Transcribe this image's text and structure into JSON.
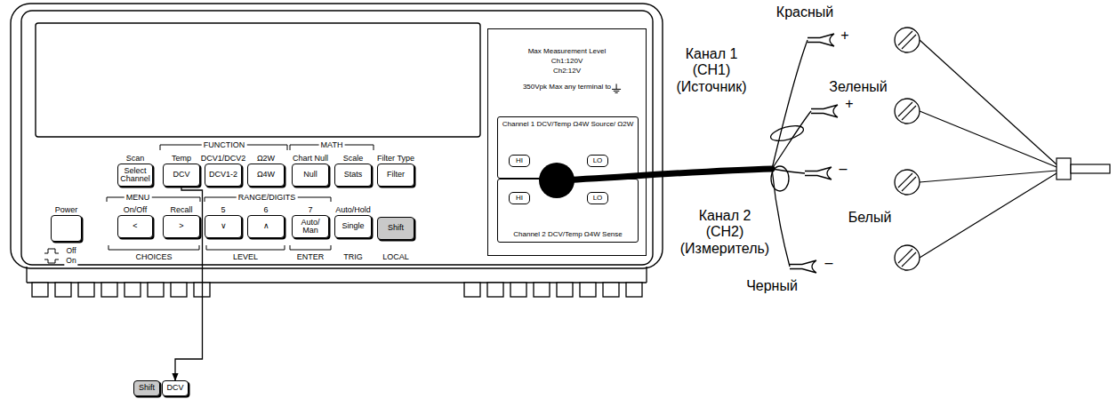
{
  "diagram": {
    "nodes": [
      {
        "text": [
          "Power"
        ]
      },
      {
        "text": [
          "Scan",
          "Select Channel"
        ]
      },
      {
        "text": [
          "Temp",
          "DCV"
        ]
      },
      {
        "text": [
          "DCV1/DCV2",
          "DCV1-2"
        ]
      },
      {
        "text": [
          "Ω2W",
          "Ω4W"
        ]
      },
      {
        "text": [
          "Chart Null",
          "Null"
        ]
      },
      {
        "text": [
          "Scale",
          "Stats"
        ]
      },
      {
        "text": [
          "Filter Type",
          "Filter"
        ]
      },
      {
        "text": [
          "On/Off",
          "<"
        ]
      },
      {
        "text": [
          "Recall",
          ">"
        ]
      },
      {
        "text": [
          "5",
          "∨"
        ]
      },
      {
        "text": [
          "6",
          "∧"
        ]
      },
      {
        "text": [
          "7",
          "Auto/ Man"
        ]
      },
      {
        "text": [
          "Auto/Hold",
          "Single"
        ]
      },
      {
        "text": [
          "Shift"
        ]
      },
      {
        "text": [
          "Max Measurement Level",
          "Ch1:120V",
          "Ch2:12V",
          "350Vpk Max any terminal to"
        ]
      },
      {
        "text": [
          "Channel 1 DCV/Temp Ω4W Source/ Ω2W"
        ],
        "in": 15
      },
      {
        "text": [
          "HI"
        ],
        "in": 16
      },
      {
        "text": [
          "LO"
        ],
        "in": 16
      },
      {
        "text": [
          "Channel 2 DCV/Temp Ω4W Sense"
        ],
        "in": 15
      },
      {
        "text": [
          "HI"
        ],
        "in": 19
      },
      {
        "text": [
          "LO"
        ],
        "in": 19
      },
      {
        "text": [
          "Shift"
        ]
      },
      {
        "text": [
          "DCV"
        ]
      }
    ],
    "edges": [
      {
        "from": 2,
        "to": 23,
        "arrow": "to"
      }
    ],
    "labels": [
      "FUNCTION",
      "MATH",
      "MENU",
      "RANGE/DIGITS",
      "CHOICES",
      "LEVEL",
      "ENTER",
      "TRIG",
      "LOCAL",
      "Off",
      "On",
      "Красный",
      "+",
      "Канал 1 (CH1) (Источник)",
      "Зеленый",
      "+",
      "Канал 2 (CH2) (Измеритель)",
      "Белый",
      "–",
      "Черный",
      "–"
    ]
  }
}
